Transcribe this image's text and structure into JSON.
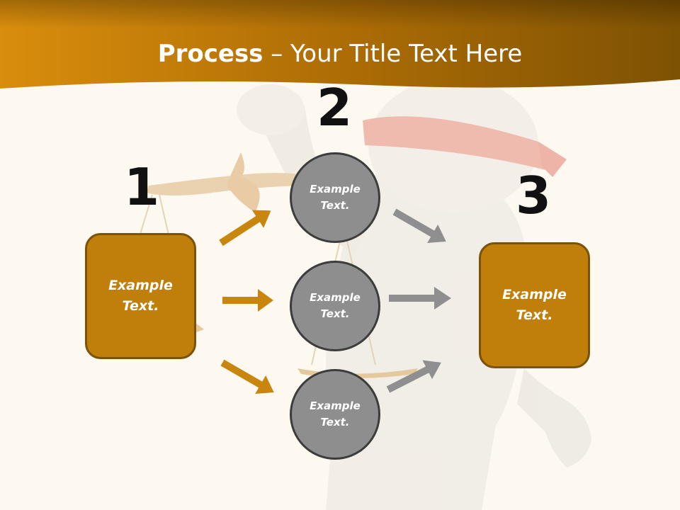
{
  "slide": {
    "title_bold": "Process",
    "title_rest": " – Your Title Text Here",
    "step_numbers": [
      "1",
      "2",
      "3"
    ],
    "left_box": {
      "line1": "Example",
      "line2": "Text."
    },
    "circles": [
      {
        "line1": "Example",
        "line2": "Text."
      },
      {
        "line1": "Example",
        "line2": "Text."
      },
      {
        "line1": "Example",
        "line2": "Text."
      }
    ],
    "right_box": {
      "line1": "Example",
      "line2": "Text."
    }
  },
  "colors": {
    "header": "#b06e06",
    "box_fill": "#c07e0a",
    "box_border": "#7a5208",
    "circle_fill": "#8e8e8e",
    "orange_arrow": "#c8860e",
    "gray_arrow": "#8f8f8f",
    "background": "#fdf9f0"
  }
}
